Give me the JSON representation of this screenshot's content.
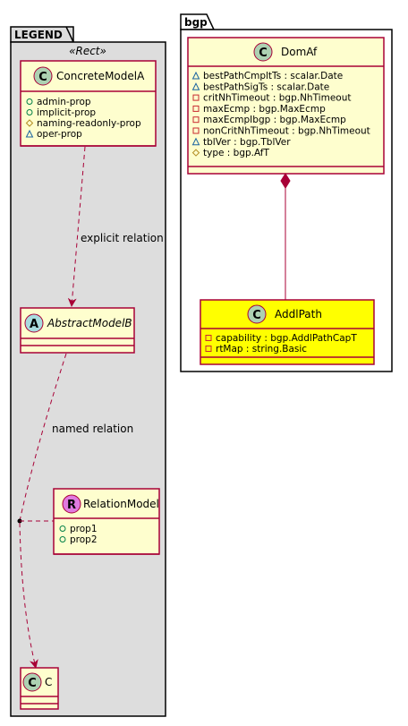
{
  "legend": {
    "package_name": "LEGEND",
    "stereotype": "«Rect»",
    "concrete_model": {
      "badge": "C",
      "name": "ConcreteModelA",
      "attributes": [
        {
          "visibility": "public",
          "text": "admin-prop"
        },
        {
          "visibility": "public",
          "text": "implicit-prop"
        },
        {
          "visibility": "protected",
          "text": "naming-readonly-prop"
        },
        {
          "visibility": "package",
          "text": "oper-prop"
        }
      ]
    },
    "abstract_model": {
      "badge": "A",
      "name": "AbstractModelB"
    },
    "relation_model": {
      "badge": "R",
      "name": "RelationModel",
      "attributes": [
        {
          "visibility": "public",
          "text": "prop1"
        },
        {
          "visibility": "public",
          "text": "prop2"
        }
      ]
    },
    "c_class": {
      "badge": "C",
      "name": "C"
    },
    "explicit_relation_label": "explicit relation",
    "named_relation_label": "named relation"
  },
  "bgp": {
    "package_name": "bgp",
    "domaf": {
      "badge": "C",
      "name": "DomAf",
      "attributes": [
        {
          "visibility": "package",
          "text": "bestPathCmpltTs : scalar.Date"
        },
        {
          "visibility": "package",
          "text": "bestPathSigTs : scalar.Date"
        },
        {
          "visibility": "private",
          "text": "critNhTimeout : bgp.NhTimeout"
        },
        {
          "visibility": "private",
          "text": "maxEcmp : bgp.MaxEcmp"
        },
        {
          "visibility": "private",
          "text": "maxEcmpIbgp : bgp.MaxEcmp"
        },
        {
          "visibility": "private",
          "text": "nonCritNhTimeout : bgp.NhTimeout"
        },
        {
          "visibility": "package",
          "text": "tblVer : bgp.TblVer"
        },
        {
          "visibility": "protected",
          "text": "type : bgp.AfT"
        }
      ]
    },
    "addlpath": {
      "badge": "C",
      "name": "AddlPath",
      "attributes": [
        {
          "visibility": "private",
          "text": "capability : bgp.AddlPathCapT"
        },
        {
          "visibility": "private",
          "text": "rtMap : string.Basic"
        }
      ]
    }
  },
  "colors": {
    "package_fill": "#dddddd",
    "class_fill": "#fefece",
    "highlight_fill": "#ffff00",
    "border": "#a80036",
    "badge_c": "#add1b2",
    "badge_a": "#a9dcdf",
    "badge_r": "#e07ae0"
  }
}
